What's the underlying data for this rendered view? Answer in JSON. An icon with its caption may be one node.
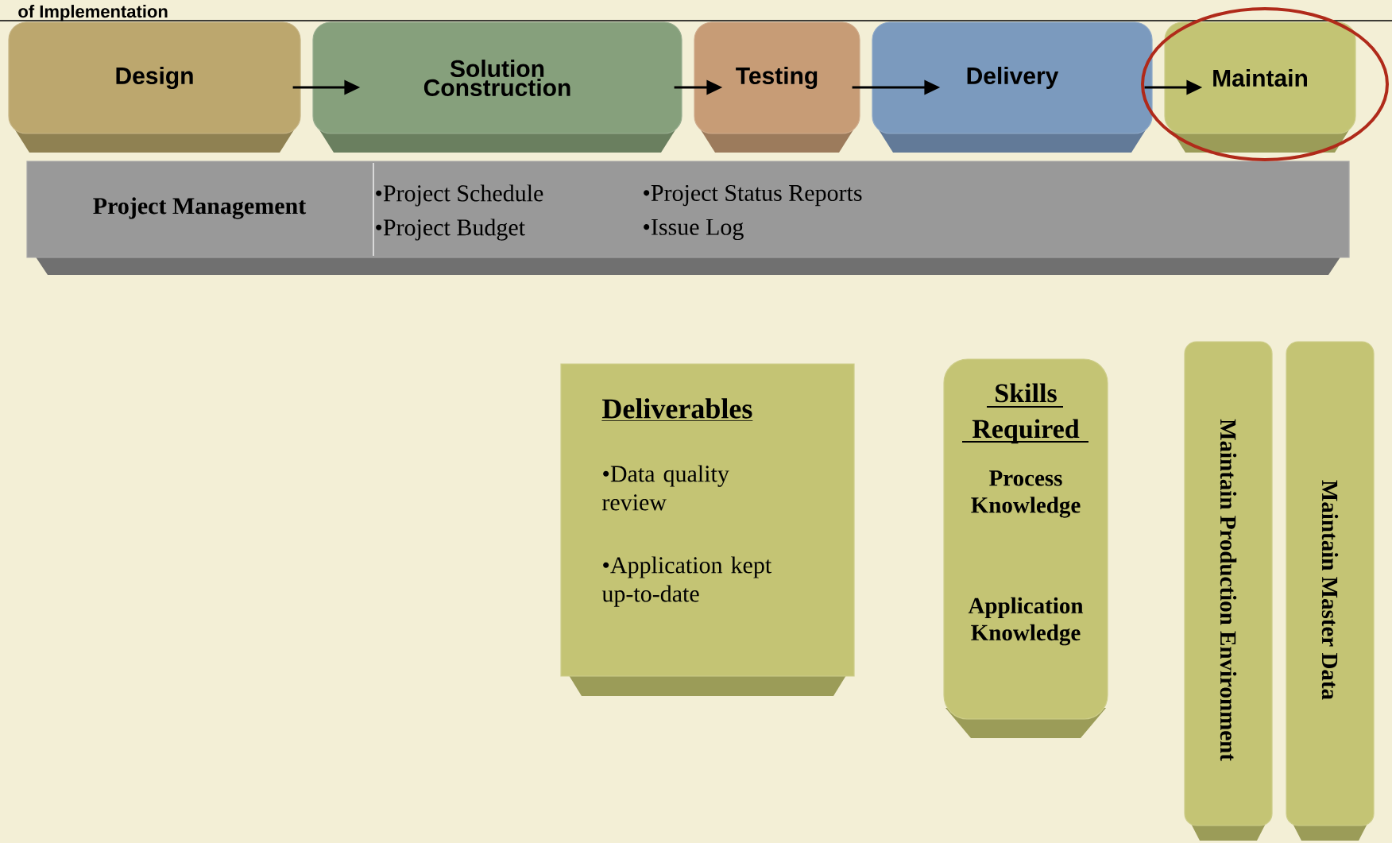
{
  "diagram": {
    "title": "of Implementation",
    "nodes": [
      {
        "text": [
          "Design"
        ]
      },
      {
        "text": [
          "Solution Construction"
        ]
      },
      {
        "text": [
          "Testing"
        ]
      },
      {
        "text": [
          "Delivery"
        ]
      },
      {
        "text": [
          "Maintain"
        ]
      },
      {
        "text": [
          "Project Management",
          "•Project Schedule",
          "•Project Budget",
          "•Project Status Reports",
          "•Issue Log"
        ]
      },
      {
        "text": [
          "Deliverables",
          "•Data quality review",
          "•Application kept up-to-date"
        ]
      },
      {
        "text": [
          "Skills Required",
          "Process Knowledge",
          "Application Knowledge"
        ]
      },
      {
        "text": [
          "Maintain Production Environment"
        ]
      },
      {
        "text": [
          "Maintain Master Data"
        ]
      }
    ],
    "edges": [
      {
        "from": 0,
        "to": 1,
        "arrow": "to"
      },
      {
        "from": 1,
        "to": 2,
        "arrow": "to"
      },
      {
        "from": 2,
        "to": 3,
        "arrow": "to"
      },
      {
        "from": 3,
        "to": 4,
        "arrow": "to"
      }
    ]
  }
}
